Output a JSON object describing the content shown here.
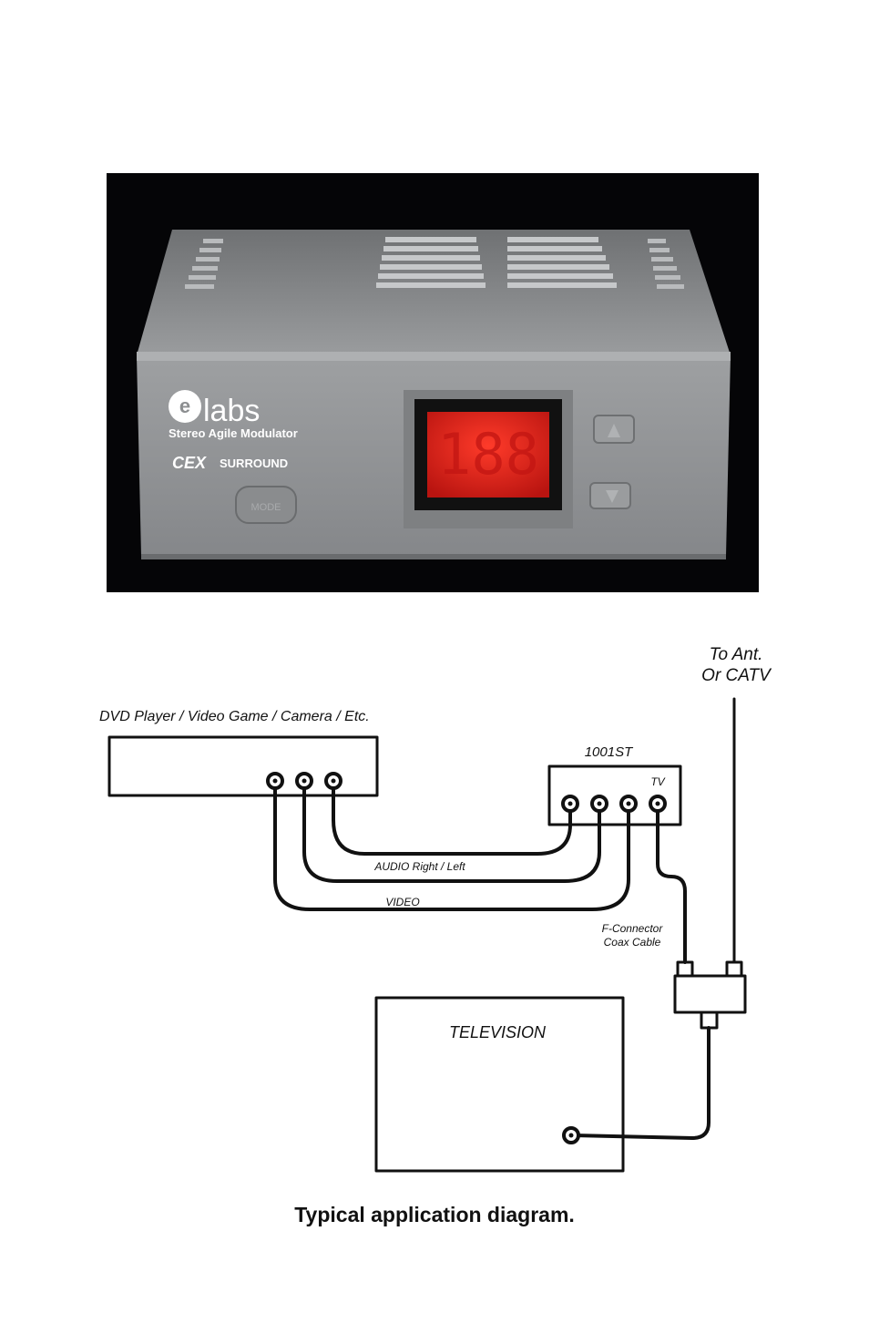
{
  "device": {
    "brand": "labs",
    "model": "Stereo Agile Modulator",
    "logo_cex": "CEX",
    "logo_surround": "SURROUND",
    "display_value": "188",
    "mode_button": "MODE",
    "up_icon": "triangle-up-icon",
    "down_icon": "triangle-down-icon",
    "display_color": "#e0201c",
    "body_color": "#8c8e90"
  },
  "diagram": {
    "antenna_label_1": "To Ant.",
    "antenna_label_2": "Or CATV",
    "source_label": "DVD Player / Video Game / Camera / Etc.",
    "modulator_label": "1001ST",
    "tv_port_label": "TV",
    "audio_label": "AUDIO Right / Left",
    "video_label": "VIDEO",
    "coax_label_1": "F-Connector",
    "coax_label_2": "Coax Cable",
    "television_label": "TELEVISION"
  },
  "caption": "Typical application diagram."
}
